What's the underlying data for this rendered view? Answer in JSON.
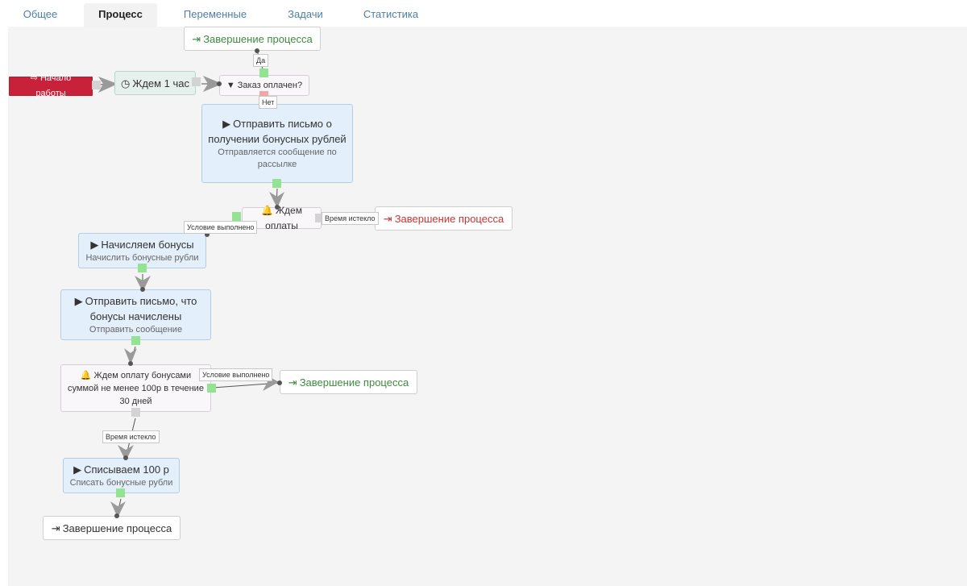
{
  "tabs": [
    {
      "label": "Общее",
      "active": false
    },
    {
      "label": "Процесс",
      "active": true
    },
    {
      "label": "Переменные",
      "active": false
    },
    {
      "label": "Задачи",
      "active": false
    },
    {
      "label": "Статистика",
      "active": false
    }
  ],
  "nodes": {
    "start": {
      "title": "Начало работы"
    },
    "wait_hour": {
      "title": "Ждем 1 час"
    },
    "order_paid": {
      "title": "Заказ оплачен?"
    },
    "end_top": {
      "title": "Завершение процесса"
    },
    "send_bonus_mail": {
      "title": "Отправить письмо о получении бонусных рублей",
      "sub": "Отправляется сообщение по рассылке"
    },
    "wait_payment": {
      "title": "Ждем оплаты"
    },
    "end_timeout_red": {
      "title": "Завершение процесса"
    },
    "accrue_bonus": {
      "title": "Начисляем бонусы",
      "sub": "Начислить бонусные рубли"
    },
    "send_accrued_mail": {
      "title": "Отправить письмо, что бонусы начислены",
      "sub": "Отправить сообщение"
    },
    "wait_bonus_payment": {
      "title": "Ждем оплату бонусами суммой не менее 100р в течение 30 дней"
    },
    "end_condition": {
      "title": "Завершение процесса"
    },
    "write_off": {
      "title": "Списываем 100 р",
      "sub": "Списать бонусные рубли"
    },
    "end_bottom": {
      "title": "Завершение процесса"
    }
  },
  "labels": {
    "yes": "Да",
    "no": "Нет",
    "time_expired_1": "Время истекло",
    "condition_met_1": "Условие выполнено",
    "condition_met_2": "Условие выполнено",
    "time_expired_2": "Время истекло"
  },
  "colors": {
    "accent": "#4d7fa6",
    "start": "#c8223a",
    "end_green": "#3f8a3f",
    "end_red": "#cc3333",
    "port_green": "#92e492"
  }
}
